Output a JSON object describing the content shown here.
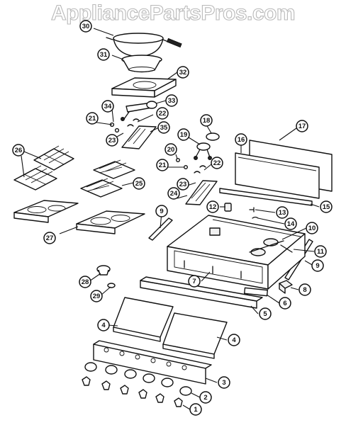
{
  "watermark": "AppliancePartsPros.com",
  "callouts": [
    {
      "n": "1"
    },
    {
      "n": "2"
    },
    {
      "n": "3"
    },
    {
      "n": "4"
    },
    {
      "n": "4"
    },
    {
      "n": "5"
    },
    {
      "n": "6"
    },
    {
      "n": "7"
    },
    {
      "n": "8"
    },
    {
      "n": "9"
    },
    {
      "n": "9"
    },
    {
      "n": "10"
    },
    {
      "n": "11"
    },
    {
      "n": "12"
    },
    {
      "n": "13"
    },
    {
      "n": "14"
    },
    {
      "n": "15"
    },
    {
      "n": "16"
    },
    {
      "n": "17"
    },
    {
      "n": "18"
    },
    {
      "n": "19"
    },
    {
      "n": "20"
    },
    {
      "n": "21"
    },
    {
      "n": "21"
    },
    {
      "n": "22"
    },
    {
      "n": "22"
    },
    {
      "n": "23"
    },
    {
      "n": "23"
    },
    {
      "n": "24"
    },
    {
      "n": "25"
    },
    {
      "n": "26"
    },
    {
      "n": "27"
    },
    {
      "n": "28"
    },
    {
      "n": "29"
    },
    {
      "n": "30"
    },
    {
      "n": "31"
    },
    {
      "n": "32"
    },
    {
      "n": "33"
    },
    {
      "n": "34"
    },
    {
      "n": "35"
    }
  ]
}
